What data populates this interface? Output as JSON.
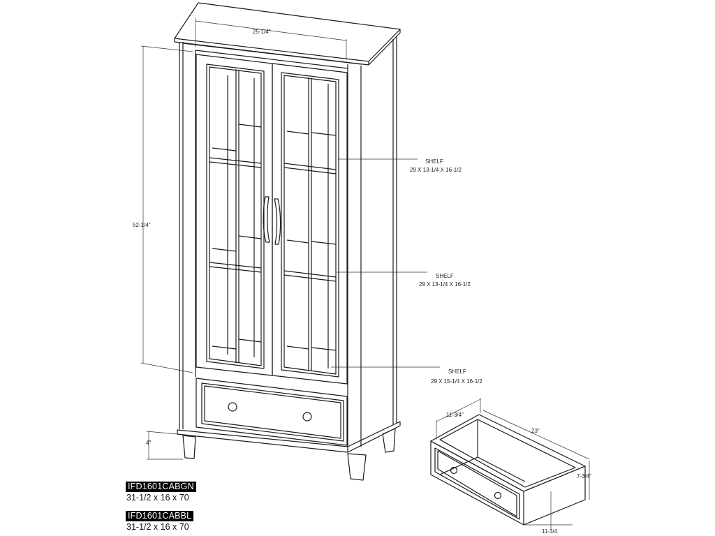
{
  "dimensions": {
    "cabinet_width": "25-1/4\"",
    "cabinet_height": "52-1/4\"",
    "leg_height": "4\"",
    "drawer_depth": "23\"",
    "drawer_width_top": "11-3/4\"",
    "drawer_height": "7-3/4\"",
    "drawer_width_bottom": "11-3/4"
  },
  "shelves": [
    {
      "label": "SHELF",
      "size": "29 X 13-1/4 X 16-1/2"
    },
    {
      "label": "SHELF",
      "size": "29 X 13-1/4 X 16-1/2"
    },
    {
      "label": "SHELF",
      "size": "29 X 15-1/4 X 16-1/2"
    }
  ],
  "models": [
    {
      "code": "IFD1601CABGN",
      "size": "31-1/2 x 16 x 70"
    },
    {
      "code": "IFD1601CABBL",
      "size": "31-1/2 x 16 x 70"
    }
  ]
}
